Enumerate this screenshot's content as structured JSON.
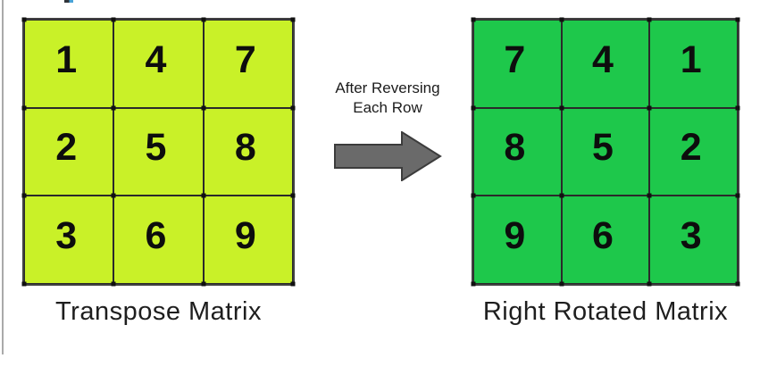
{
  "matrices": {
    "left": {
      "label": "Transpose Matrix",
      "cell_color": "#c9f128",
      "cells": [
        "1",
        "4",
        "7",
        "2",
        "5",
        "8",
        "3",
        "6",
        "9"
      ]
    },
    "right": {
      "label": "Right Rotated Matrix",
      "cell_color": "#1ec84b",
      "cells": [
        "7",
        "4",
        "1",
        "8",
        "5",
        "2",
        "9",
        "6",
        "3"
      ]
    }
  },
  "transition": {
    "caption_line1": "After Reversing",
    "caption_line2": "Each Row",
    "arrow_icon": "right-arrow",
    "arrow_fill": "#6a6a6a",
    "arrow_stroke": "#3c3c3c"
  },
  "colors": {
    "background": "#ffffff",
    "grid_line": "#2a2a2a",
    "outer_border": "#404040",
    "number_text": "#0d0d0d",
    "label_text": "#1e1e1e",
    "page_edge_line": "#aaaaaa"
  }
}
